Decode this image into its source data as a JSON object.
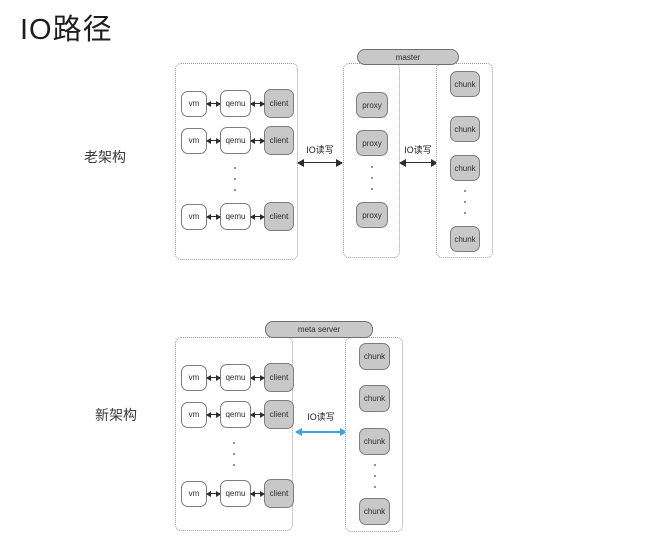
{
  "title": "IO路径",
  "colors": {
    "box_gray": "#c8c8c8",
    "box_border": "#7d7d7d",
    "container_dotted": "#9b9b9b",
    "arrow_black": "#2d2d2d",
    "arrow_blue": "#3fa2e0"
  },
  "old_arch": {
    "label": "老架构",
    "master_label": "master",
    "rows": [
      {
        "vm": "vm",
        "qemu": "qemu",
        "client": "client"
      },
      {
        "vm": "vm",
        "qemu": "qemu",
        "client": "client"
      },
      {
        "vm": "vm",
        "qemu": "qemu",
        "client": "client"
      }
    ],
    "proxies": [
      "proxy",
      "proxy",
      "proxy"
    ],
    "chunks": [
      "chunk",
      "chunk",
      "chunk",
      "chunk"
    ],
    "io_left_label": "IO读写",
    "io_right_label": "IO读写"
  },
  "new_arch": {
    "label": "新架构",
    "meta_label": "meta server",
    "rows": [
      {
        "vm": "vm",
        "qemu": "qemu",
        "client": "client"
      },
      {
        "vm": "vm",
        "qemu": "qemu",
        "client": "client"
      },
      {
        "vm": "vm",
        "qemu": "qemu",
        "client": "client"
      }
    ],
    "chunks": [
      "chunk",
      "chunk",
      "chunk",
      "chunk"
    ],
    "io_label": "IO读写"
  }
}
